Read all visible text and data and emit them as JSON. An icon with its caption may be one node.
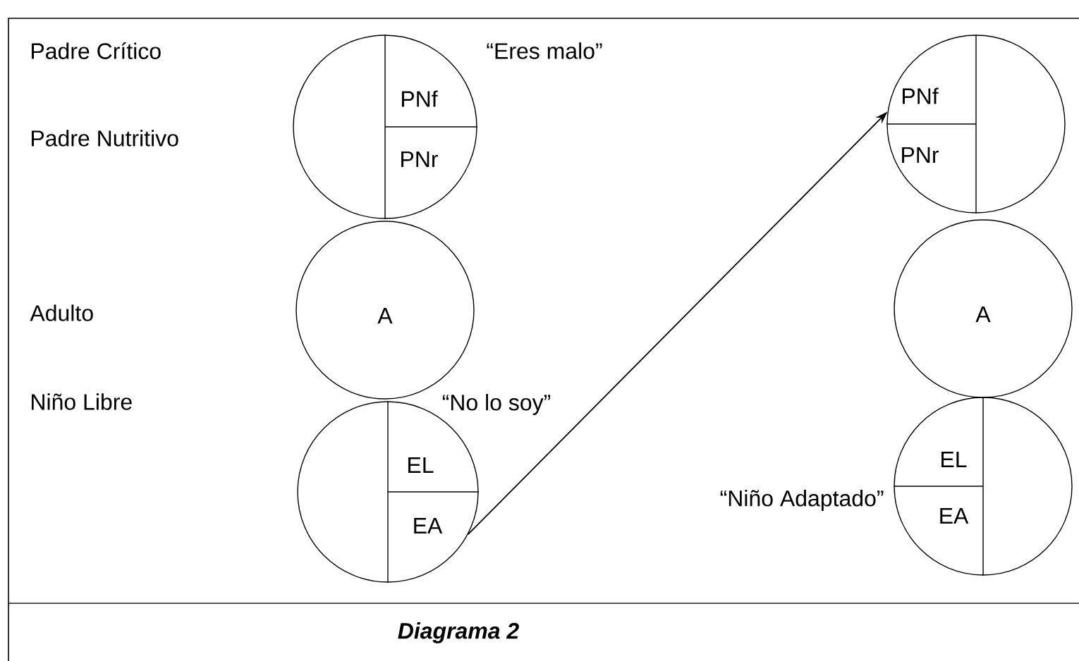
{
  "diagram": {
    "caption": "Diagrama 2",
    "nodes": [
      {
        "text": [
          "PNf",
          "PNr"
        ]
      },
      {
        "text": [
          "A"
        ]
      },
      {
        "text": [
          "EL",
          "EA"
        ]
      },
      {
        "text": [
          "PNf",
          "PNr"
        ]
      },
      {
        "text": [
          "A"
        ]
      },
      {
        "text": [
          "EL",
          "EA"
        ],
        "beside": [
          "“Niño Adaptado”"
        ]
      }
    ],
    "edges": [
      {
        "from": 2,
        "to": 3,
        "arrow": "to"
      }
    ],
    "labels": [
      "Padre Crítico",
      "“Eres malo”",
      "Padre Nutritivo",
      "Adulto",
      "Niño Libre",
      "“No lo soy”"
    ]
  }
}
